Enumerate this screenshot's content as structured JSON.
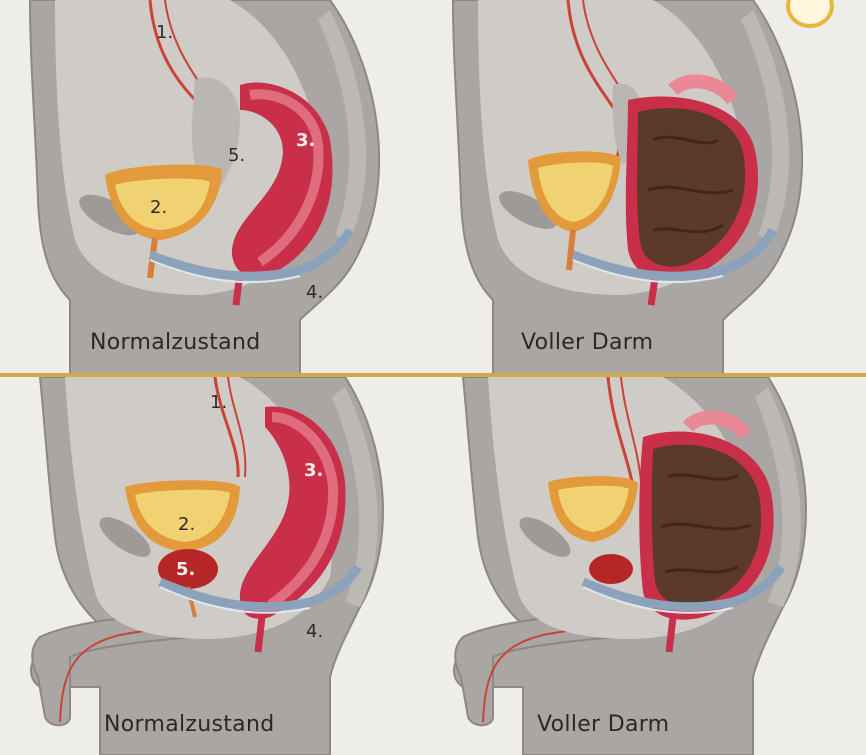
{
  "panels": [
    {
      "id": "top-left",
      "caption": "Normalzustand",
      "labels": {
        "ureter": "1.",
        "bladder": "2.",
        "rectum": "3.",
        "pelvic_floor": "4.",
        "uterus": "5."
      }
    },
    {
      "id": "top-right",
      "caption": "Voller Darm"
    },
    {
      "id": "bottom-left",
      "caption": "Normalzustand",
      "labels": {
        "ureter": "1.",
        "bladder": "2.",
        "rectum": "3.",
        "pelvic_floor": "4.",
        "prostate": "5."
      }
    },
    {
      "id": "bottom-right",
      "caption": "Voller Darm"
    }
  ],
  "colors": {
    "background": "#efedea",
    "body": "#aaa6a3",
    "body_outline": "#8c8884",
    "cavity": "#cfccc8",
    "bladder_wall": "#e39a3a",
    "urine": "#f1d272",
    "rectum": "#c92f48",
    "rectum_light": "#ea8896",
    "stool": "#5b3a2c",
    "pelvic_floor": "#8ca2bb",
    "prostate": "#b42628",
    "divider": "#cfa94a"
  }
}
